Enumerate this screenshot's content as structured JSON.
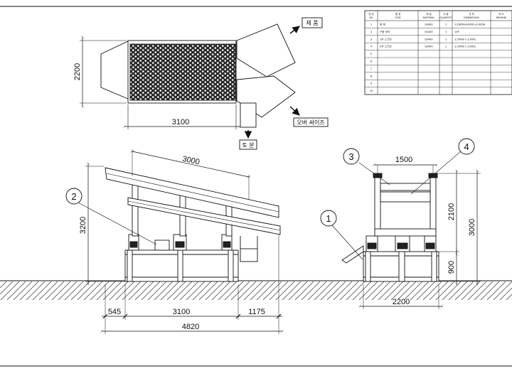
{
  "top_view": {
    "dim_width": "3100",
    "dim_height": "2200",
    "label_product": "제 품",
    "label_oversize": "오버 싸이즈",
    "label_soil": "토 분"
  },
  "side_view": {
    "dim_incline": "3000",
    "dim_height": "3200",
    "dim_left": "545",
    "dim_mid": "3100",
    "dim_right": "1175",
    "dim_total": "4820",
    "balloon_2": "2"
  },
  "end_view": {
    "dim_top": "1500",
    "dim_upper": "2100",
    "dim_total": "3000",
    "dim_base": "900",
    "dim_width": "2200",
    "balloon_1": "1",
    "balloon_3": "3",
    "balloon_4": "4"
  },
  "parts_table": {
    "headers": [
      {
        "kr": "번 호",
        "en": "NO"
      },
      {
        "kr": "품 명",
        "en": "ITEM"
      },
      {
        "kr": "재 질",
        "en": "MATERIAL"
      },
      {
        "kr": "수 량",
        "en": "QUANTITY"
      },
      {
        "kr": "규 격",
        "en": "DIMENSIONS"
      },
      {
        "kr": "비 고",
        "en": "REMARK"
      }
    ],
    "rows": [
      {
        "no": "1",
        "item": "동 체",
        "material": "SS400",
        "qty": "1",
        "spec": "2,000Wx4,800Lx3,000H",
        "remark": ""
      },
      {
        "no": "2",
        "item": "구동 모터",
        "material": "SS400",
        "qty": "1",
        "spec": "15P",
        "remark": ""
      },
      {
        "no": "3",
        "item": "1차 스크린",
        "material": "SS400",
        "qty": "1",
        "spec": "1,500W x 3,000L",
        "remark": ""
      },
      {
        "no": "4",
        "item": "2차 스크린",
        "material": "SS400",
        "qty": "1",
        "spec": "1,500W x 3,000L",
        "remark": ""
      },
      {
        "no": "5",
        "item": "",
        "material": "",
        "qty": "",
        "spec": "",
        "remark": ""
      },
      {
        "no": "6",
        "item": "",
        "material": "",
        "qty": "",
        "spec": "",
        "remark": ""
      },
      {
        "no": "7",
        "item": "",
        "material": "",
        "qty": "",
        "spec": "",
        "remark": ""
      },
      {
        "no": "8",
        "item": "",
        "material": "",
        "qty": "",
        "spec": "",
        "remark": ""
      },
      {
        "no": "9",
        "item": "",
        "material": "",
        "qty": "",
        "spec": "",
        "remark": ""
      },
      {
        "no": "10",
        "item": "",
        "material": "",
        "qty": "",
        "spec": "",
        "remark": ""
      }
    ]
  }
}
